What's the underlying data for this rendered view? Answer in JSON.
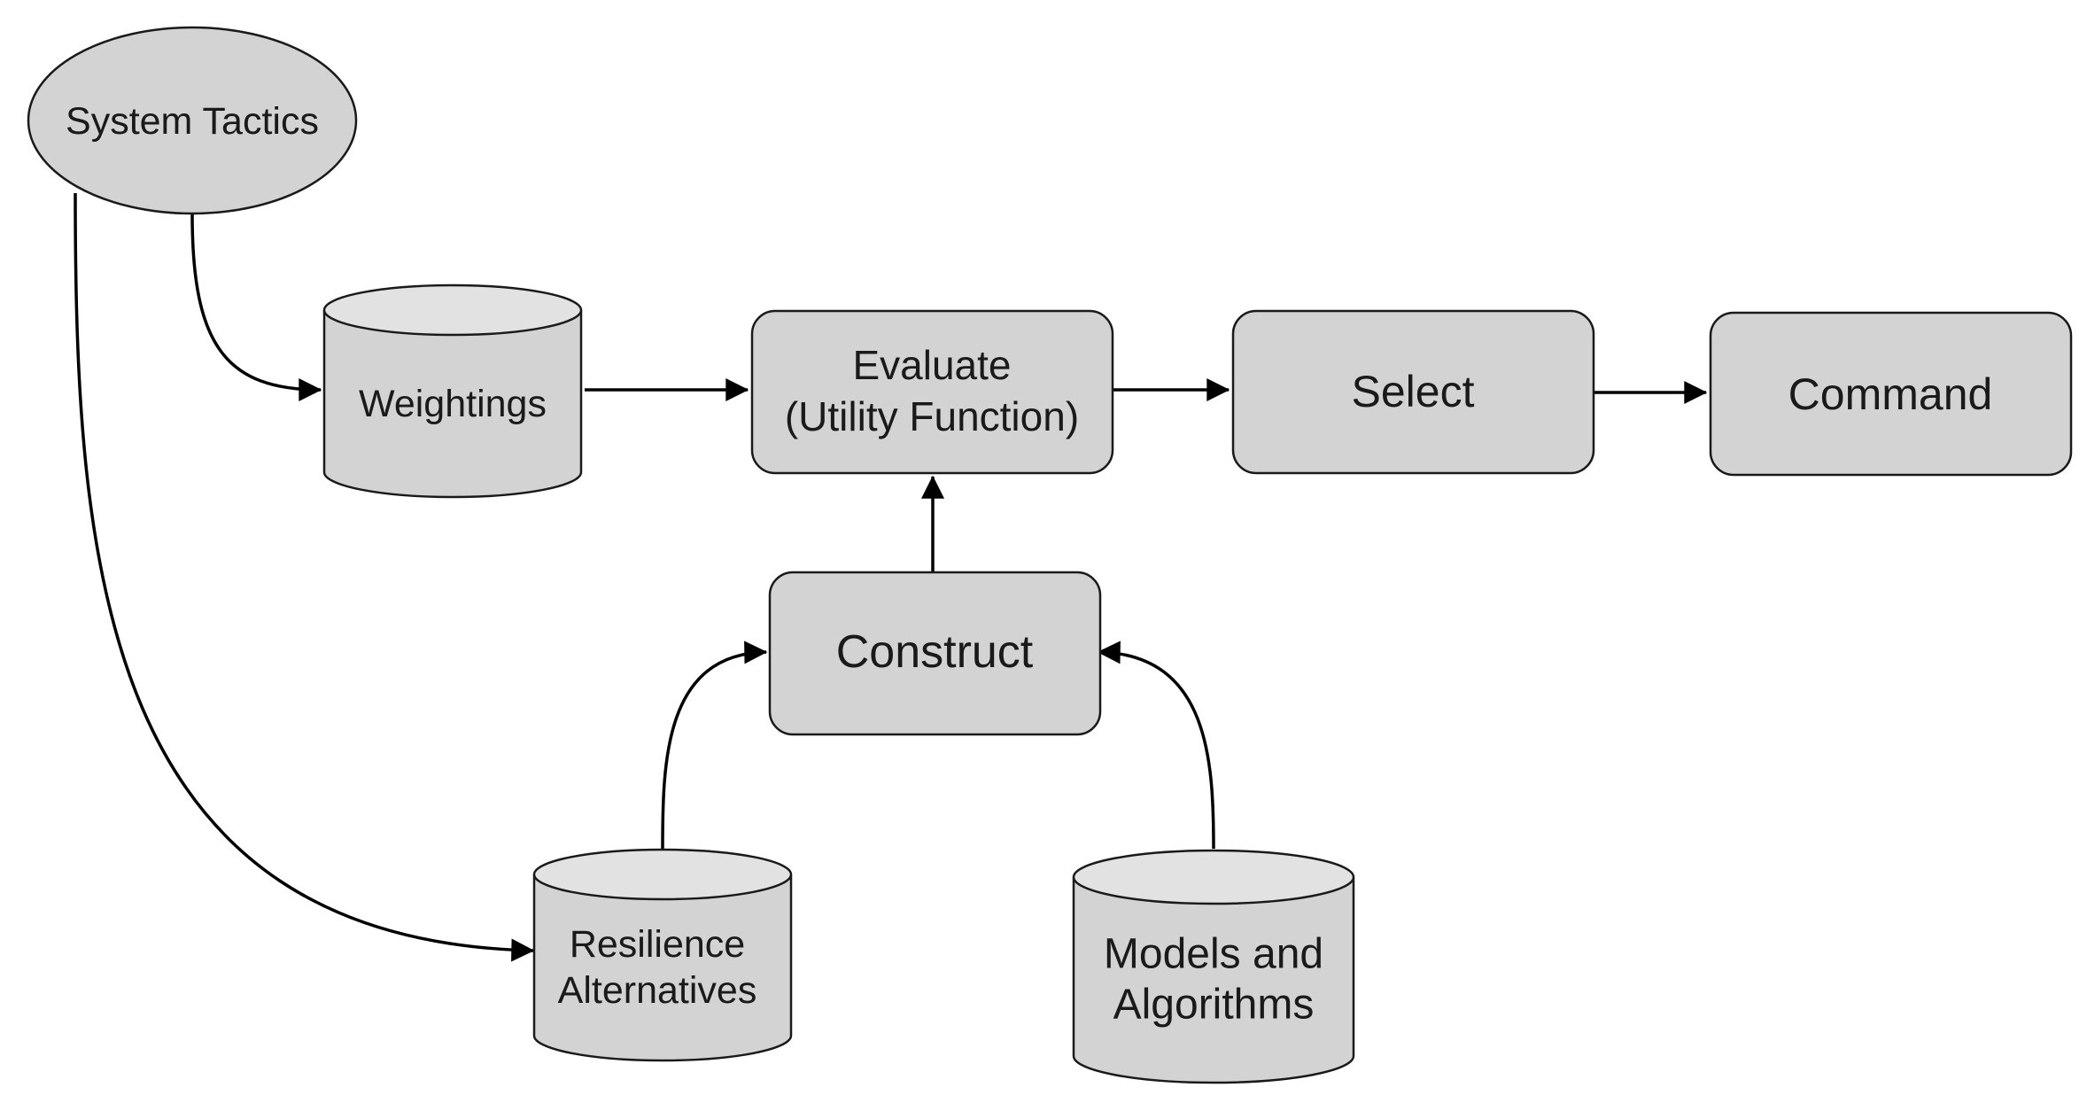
{
  "nodes": {
    "system_tactics": "System Tactics",
    "weightings": "Weightings",
    "evaluate": [
      "Evaluate",
      "(Utility Function)"
    ],
    "select": "Select",
    "command": "Command",
    "construct": "Construct",
    "resilience_alternatives": [
      "Resilience",
      "Alternatives"
    ],
    "models_and_algorithms": [
      "Models and",
      "Algorithms"
    ]
  },
  "colors": {
    "node_fill": "#d3d3d3",
    "cylinder_top": "#e2e2e2",
    "stroke": "#1a1a1a",
    "background": "#ffffff"
  }
}
